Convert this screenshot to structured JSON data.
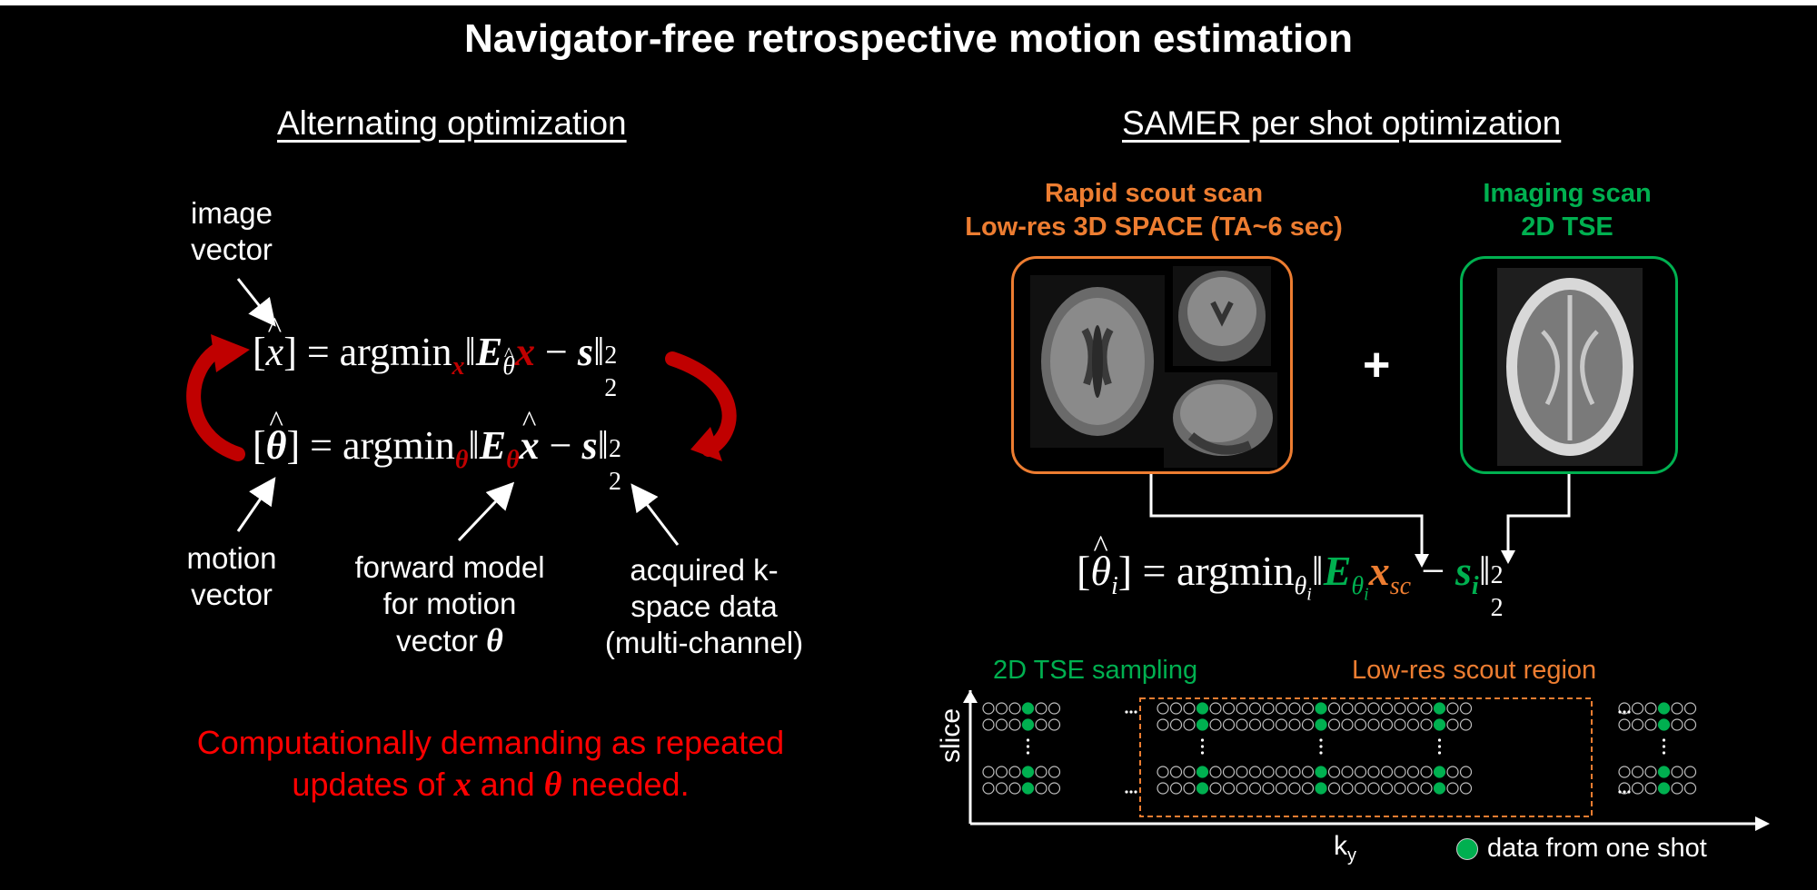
{
  "title": "Navigator-free retrospective motion estimation",
  "left": {
    "subtitle": "Alternating optimization",
    "image_vector": [
      "image",
      "vector"
    ],
    "motion_vector": [
      "motion",
      "vector"
    ],
    "forward_model": [
      "forward model",
      "for motion",
      "vector"
    ],
    "acquired": [
      "acquired k-",
      "space data",
      "(multi-channel)"
    ],
    "note": {
      "line1": "Computationally demanding as repeated",
      "line2_pre": "updates of",
      "and": "and",
      "needed": "needed."
    }
  },
  "right": {
    "subtitle": "SAMER per shot optimization",
    "scout": {
      "line1": "Rapid scout scan",
      "line2": "Low-res 3D SPACE (TA~6 sec)"
    },
    "imaging": {
      "line1": "Imaging scan",
      "line2": "2D TSE"
    },
    "plus": "+",
    "legend_tse": "2D TSE sampling",
    "legend_scout": "Low-res scout region",
    "axis_y": "slice",
    "axis_x": "k",
    "axis_x_sub": "y",
    "legend_dot": "data from one shot"
  },
  "colors": {
    "red": "#c00000",
    "bright_red": "#ff0000",
    "orange": "#ed7d31",
    "green": "#00b050",
    "grey_circle": "#bfbfbf"
  }
}
